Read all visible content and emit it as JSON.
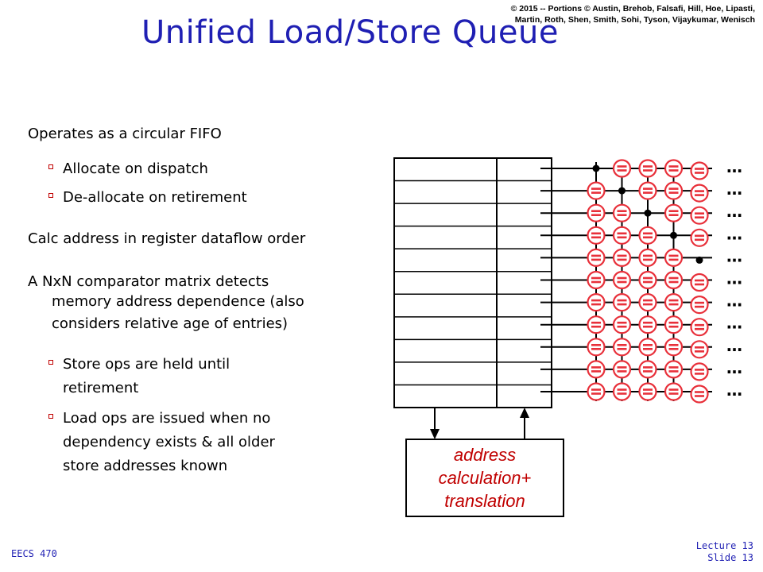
{
  "header": {
    "copyright_line1": "© 2015 -- Portions © Austin, Brehob, Falsafi, Hill, Hoe, Lipasti,",
    "copyright_line2": "Martin, Roth, Shen, Smith, Sohi, Tyson, Vijaykumar, Wenisch",
    "title": "Unified Load/Store Queue"
  },
  "content": {
    "p1": "Operates as a circular FIFO",
    "b1": "Allocate on dispatch",
    "b2": "De-allocate on retirement",
    "p2": "Calc address in register dataflow order",
    "p3_l1": "A NxN comparator matrix detects",
    "p3_l2": "memory address dependence (also",
    "p3_l3": "considers relative age of entries)",
    "b3_l1": "Store ops are held until",
    "b3_l2": "retirement",
    "b4_l1": "Load ops are issued when no",
    "b4_l2": "dependency exists & all older",
    "b4_l3": "store addresses known"
  },
  "diagram": {
    "queue_rows": 11,
    "matrix_columns": 5,
    "ellipsis": "…",
    "comparator_color": "#e8303a",
    "box_line1": "address",
    "box_line2": "calculation+",
    "box_line3": "translation",
    "box_text_color": "#c00000"
  },
  "footer": {
    "course": "EECS 470",
    "lecture": "Lecture 13",
    "slide": "Slide 13"
  },
  "colors": {
    "title": "#1f1fb3",
    "bullet": "#c00000"
  }
}
